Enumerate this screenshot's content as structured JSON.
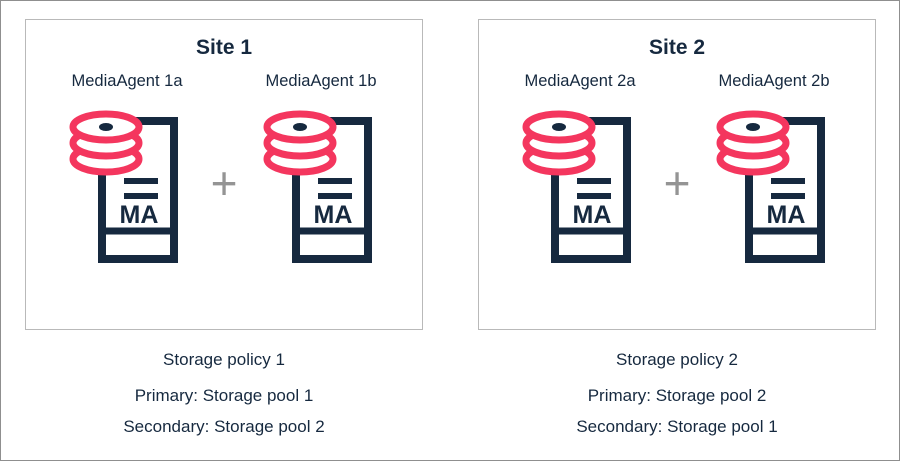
{
  "colors": {
    "navy": "#16293f",
    "pink": "#f4365e",
    "plus_gray": "#949494",
    "site_box_border": "#b9b9b9",
    "outer_border": "#8f8f8f"
  },
  "icon": {
    "ma_label": "MA"
  },
  "plus_symbol": "+",
  "sites": [
    {
      "title": "Site 1",
      "agents": [
        {
          "label": "MediaAgent 1a"
        },
        {
          "label": "MediaAgent 1b"
        }
      ],
      "policy": {
        "name": "Storage policy 1",
        "primary": "Primary: Storage pool 1",
        "secondary": "Secondary: Storage pool 2"
      }
    },
    {
      "title": "Site 2",
      "agents": [
        {
          "label": "MediaAgent 2a"
        },
        {
          "label": "MediaAgent 2b"
        }
      ],
      "policy": {
        "name": "Storage policy 2",
        "primary": "Primary: Storage pool 2",
        "secondary": "Secondary: Storage pool 1"
      }
    }
  ]
}
